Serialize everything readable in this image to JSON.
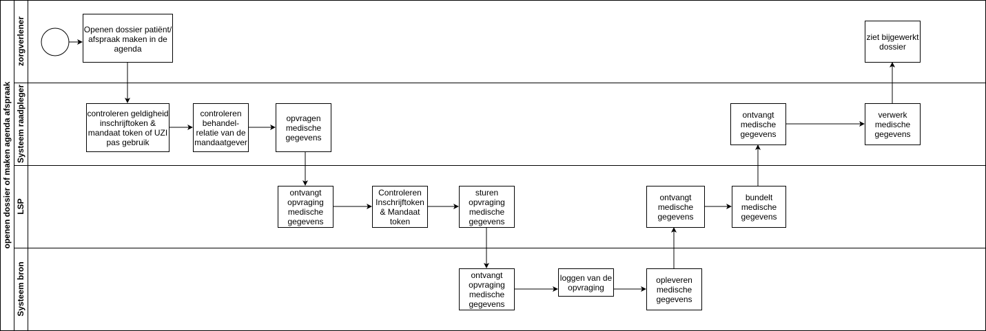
{
  "pool": {
    "title": "openen dossier of maken agenda afspraak"
  },
  "lanes": [
    "zorgverlener",
    "Systeem raadpleger",
    "LSP",
    "Systeem  bron"
  ],
  "tasks": {
    "t1": "Openen dossier patiënt/ afspraak maken in de agenda",
    "t2": "controleren geldigheid inschrijftoken & mandaat token of UZI pas gebruik",
    "t3": "controleren behandel-relatie van de mandaatgever",
    "t4": "opvragen medische gegevens",
    "t5": "ontvangt opvraging medische gegevens",
    "t6": "Controleren Inschrijftoken & Mandaat token",
    "t7": "sturen opvraging medische gegevens",
    "t8": "ontvangt opvraging medische gegevens",
    "t9": "loggen van de opvraging",
    "t10": "opleveren medische gegevens",
    "t11": "ontvangt medische gegevens",
    "t12": "bundelt medische gegevens",
    "t13": "ontvangt medische gegevens",
    "t14": "verwerk medische gegevens",
    "t15": "ziet bijgewerkt dossier"
  }
}
